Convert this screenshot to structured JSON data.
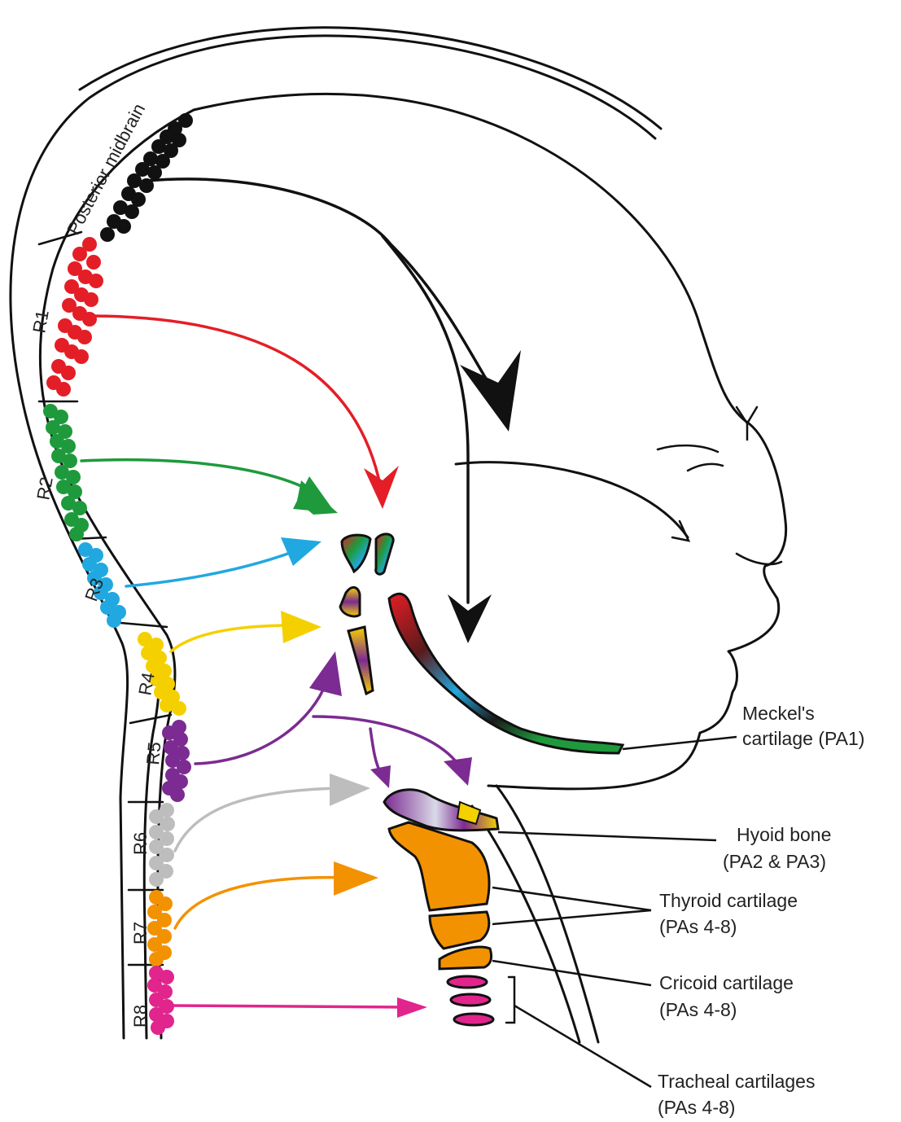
{
  "colors": {
    "midbrain": "#111111",
    "R1": "#e41e26",
    "R2": "#1e9a3c",
    "R3": "#21a8e0",
    "R4": "#f5d000",
    "R5": "#7b2b91",
    "R6": "#bdbdbd",
    "R7": "#f39200",
    "R8": "#e1258c"
  },
  "segments": {
    "midbrain": "Posterior midbrain",
    "r1": "R1",
    "r2": "R2",
    "r3": "R3",
    "r4": "R4",
    "r5": "R5",
    "r6": "R6",
    "r7": "R7",
    "r8": "R8"
  },
  "labels": {
    "meckel_line1": "Meckel's",
    "meckel_line2": "cartilage (PA1)",
    "hyoid_line1": "Hyoid bone",
    "hyoid_line2": "(PA2 & PA3)",
    "thyroid_line1": "Thyroid cartilage",
    "thyroid_line2": "(PAs 4-8)",
    "cricoid_line1": "Cricoid cartilage",
    "cricoid_line2": "(PAs 4-8)",
    "tracheal_line1": "Tracheal cartilages",
    "tracheal_line2": "(PAs 4-8)"
  }
}
